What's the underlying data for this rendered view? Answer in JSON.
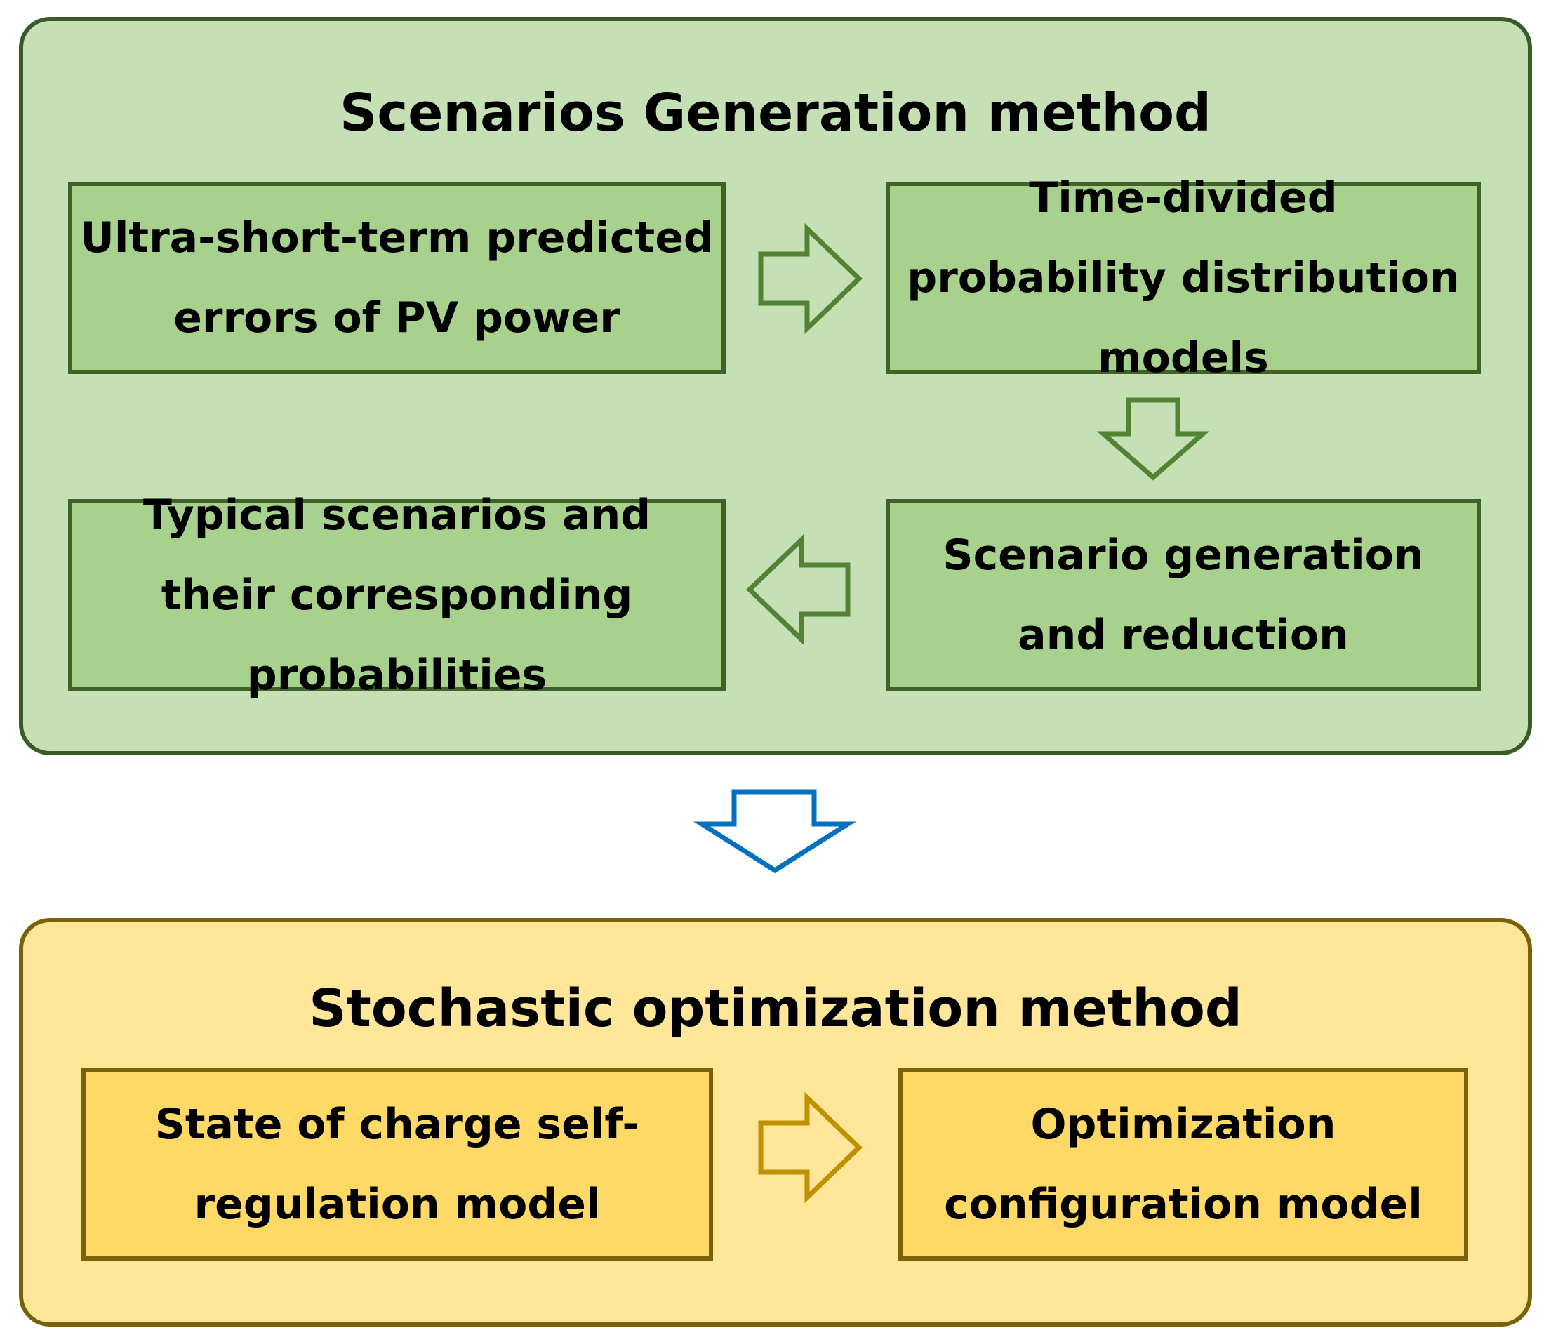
{
  "scenarios_panel": {
    "title": "Scenarios Generation method",
    "boxes": {
      "prediction_errors": "Ultra-short-term predicted errors of PV power",
      "probability_models": "Time-divided probability distribution models",
      "scenario_generation": "Scenario generation and reduction",
      "typical_scenarios": "Typical scenarios and their corresponding probabilities"
    }
  },
  "optimization_panel": {
    "title": "Stochastic optimization method",
    "boxes": {
      "soc_model": "State of charge self-regulation model",
      "optimization_model": "Optimization configuration model"
    }
  },
  "colors": {
    "green_panel_fill": "#c5e0b4",
    "green_box_fill": "#a9d18e",
    "green_arrow": "#548235",
    "blue_arrow": "#0070c0",
    "yellow_panel_fill": "#ffe699",
    "yellow_box_fill": "#ffd966",
    "yellow_arrow": "#bf9000"
  },
  "icons": {
    "flow_arrows": "block-arrow-outline"
  }
}
